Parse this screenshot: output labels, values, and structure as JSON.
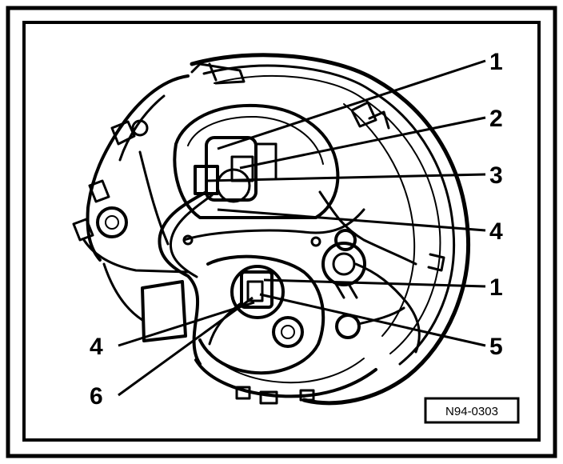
{
  "colors": {
    "ink": "#000000",
    "paper": "#ffffff"
  },
  "callouts": [
    {
      "label": "1"
    },
    {
      "label": "2"
    },
    {
      "label": "3"
    },
    {
      "label": "4"
    },
    {
      "label": "1"
    },
    {
      "label": "5"
    },
    {
      "label": "4"
    },
    {
      "label": "6"
    }
  ],
  "reference": {
    "code": "N94-0303"
  }
}
